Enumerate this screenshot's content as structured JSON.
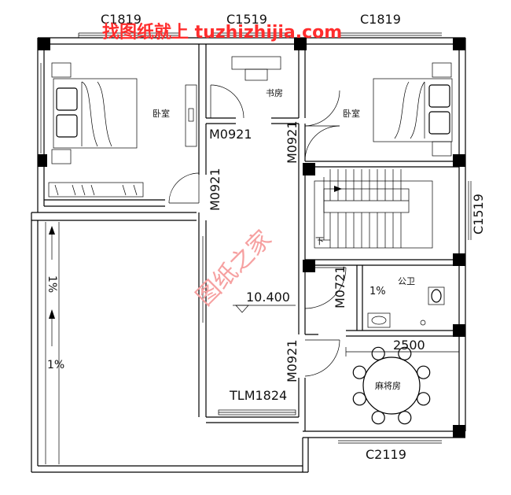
{
  "watermark": {
    "top_text": "找图纸就上 tuzhizhijia.com",
    "diagonal_text": "图纸之家"
  },
  "rooms": {
    "bedroom_left": "卧室",
    "study": "书房",
    "bedroom_right": "卧室",
    "public_toilet": "公卫",
    "mahjong_room": "麻将房"
  },
  "windows": {
    "top_left": "C1819",
    "top_mid": "C1519",
    "top_right": "C1819",
    "right": "C1519",
    "bottom": "C2119"
  },
  "doors": {
    "study": "M0921",
    "right_bedroom": "M0921",
    "left_bedroom": "M0921",
    "toilet": "M0721",
    "mahjong": "M0921",
    "balcony": "TLM1824"
  },
  "levels": {
    "floor_elevation": "10.400",
    "dimension_mahjong": "2500",
    "slope_1": "1%",
    "slope_2": "1%",
    "slope_toilet": "1%"
  },
  "stair": {
    "down_label": "下"
  }
}
